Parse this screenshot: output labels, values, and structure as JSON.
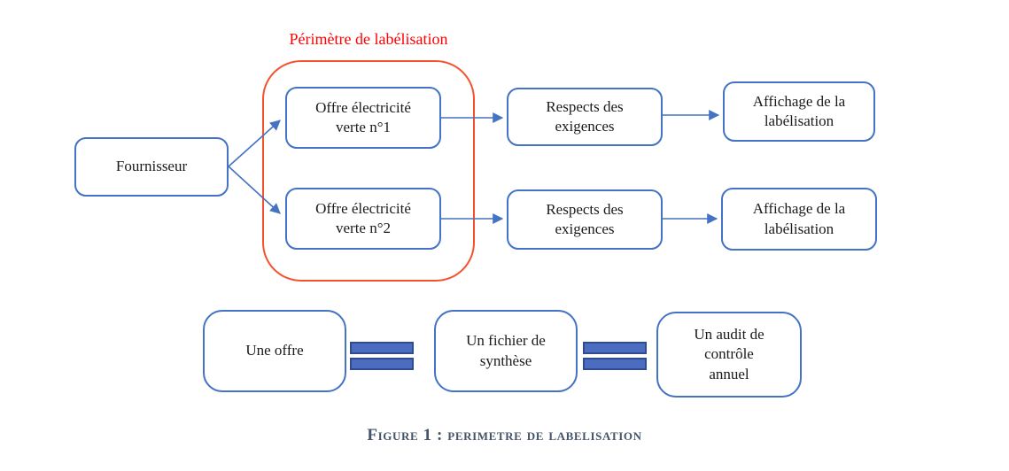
{
  "colors": {
    "box_border": "#4472C4",
    "arrow": "#4472C4",
    "perimeter_border": "#F4512C",
    "title_red": "#FF0000",
    "equals_fill": "#4C6CBF",
    "equals_border": "#2E4C8F",
    "caption": "#44546A"
  },
  "flow": {
    "perimeter_title": "Périmètre de labélisation",
    "fournisseur": "Fournisseur",
    "rows": [
      {
        "offre": "Offre électricité verte n°1",
        "respects": "Respects des exigences",
        "affichage": "Affichage de la labélisation"
      },
      {
        "offre": "Offre électricité verte n°2",
        "respects": "Respects des exigences",
        "affichage": "Affichage de la labélisation"
      }
    ]
  },
  "legend": {
    "items": [
      "Une offre",
      "Un fichier de synthèse",
      "Un audit de contrôle annuel"
    ]
  },
  "caption": "Figure 1 : perimetre de labelisation"
}
